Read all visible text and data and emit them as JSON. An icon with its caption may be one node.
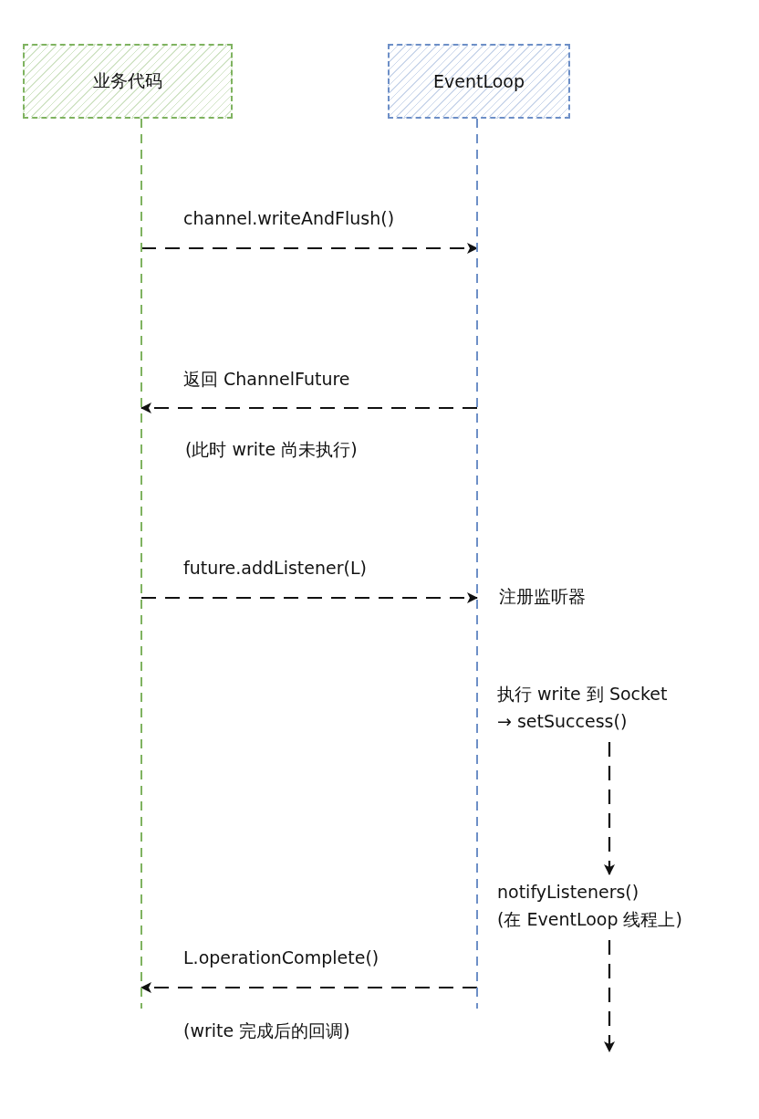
{
  "diagram": {
    "nodes": [
      {
        "text": [
          "业务代码"
        ]
      },
      {
        "text": [
          "EventLoop"
        ]
      },
      {
        "text": [
          "执行 write 到 Socket",
          "→ setSuccess()"
        ]
      },
      {
        "text": [
          "notifyListeners()",
          "(在 EventLoop 线程上)"
        ]
      }
    ],
    "edges": [
      {
        "from": 0,
        "to": 1,
        "arrow": "to",
        "label": "channel.writeAndFlush()",
        "style": "dashed"
      },
      {
        "from": 1,
        "to": 0,
        "arrow": "to",
        "label": "返回 ChannelFuture",
        "style": "dashed"
      },
      {
        "from": 0,
        "to": 1,
        "arrow": "to",
        "label": "future.addListener(L)",
        "style": "dashed"
      },
      {
        "from": 2,
        "to": 3,
        "arrow": "to",
        "style": "dashed"
      },
      {
        "from": 3,
        "to": null,
        "arrow": "to",
        "style": "dashed"
      },
      {
        "from": 1,
        "to": 0,
        "arrow": "to",
        "label": "L.operationComplete()",
        "style": "dashed"
      }
    ],
    "labels": [
      "(此时 write 尚未执行)",
      "注册监听器",
      "(write 完成后的回调)"
    ]
  }
}
